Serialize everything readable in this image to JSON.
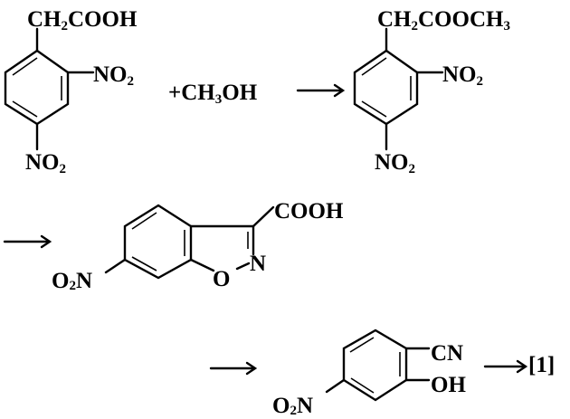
{
  "scheme": {
    "reactant": {
      "top_group": {
        "a": "CH",
        "sub": "2",
        "b": "COOH"
      },
      "ortho_group": {
        "a": "NO",
        "sub": "2"
      },
      "para_group": {
        "a": "NO",
        "sub": "2"
      }
    },
    "reagent": {
      "plus": "+",
      "a": "CH",
      "sub": "3",
      "b": "OH"
    },
    "ester": {
      "top_group": {
        "a": "CH",
        "sub": "2",
        "b": "COOCH",
        "sub2": "3"
      },
      "ortho_group": {
        "a": "NO",
        "sub": "2"
      },
      "para_group": {
        "a": "NO",
        "sub": "2"
      }
    },
    "benzisoxazole": {
      "acid_group": "COOH",
      "ring_n": "N",
      "ring_o": "O",
      "nitro_group": {
        "a": "O",
        "sub": "2",
        "b": "N"
      }
    },
    "phenol": {
      "cn_group": "CN",
      "oh_group": "OH",
      "nitro_group": {
        "a": "O",
        "sub": "2",
        "b": "N"
      }
    },
    "final_label": "[1]"
  }
}
